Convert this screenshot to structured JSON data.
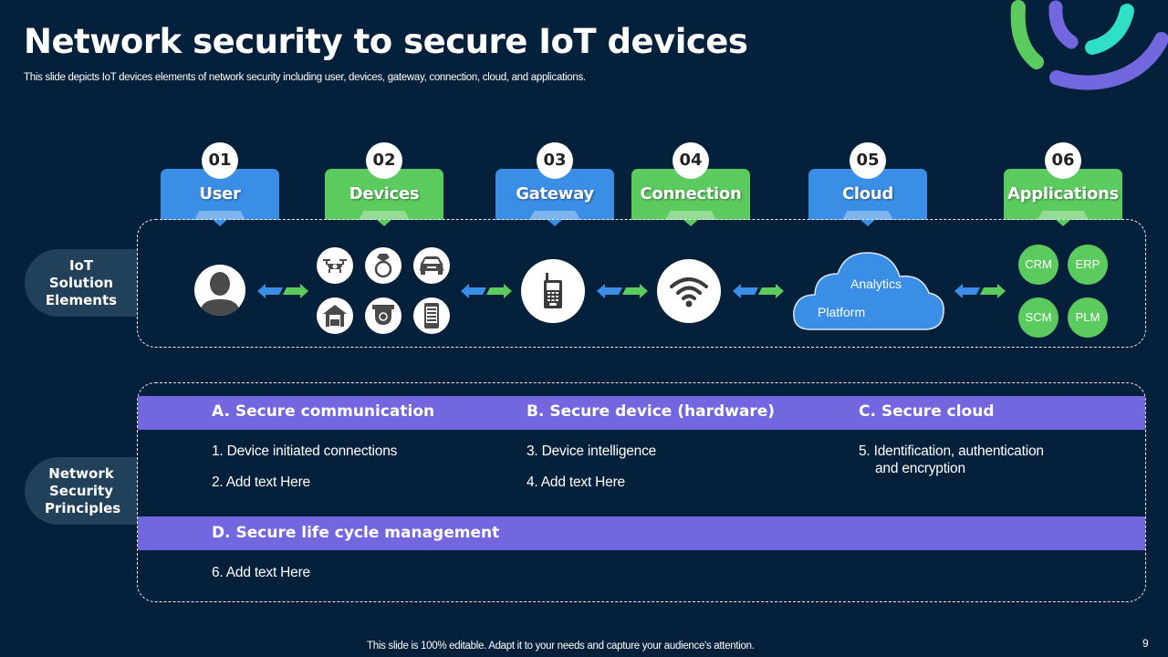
{
  "header": {
    "title": "Network security to secure IoT devices",
    "subtitle": "This slide depicts IoT devices elements of network security including user, devices, gateway, connection, cloud, and applications."
  },
  "colors": {
    "background": "#04203a",
    "blue": "#3a8ee6",
    "green": "#5ccb5f",
    "purple": "#7367e0",
    "teal": "#2fe0c4",
    "pill": "#21405a"
  },
  "steps": [
    {
      "number": "01",
      "label": "User",
      "color": "blue"
    },
    {
      "number": "02",
      "label": "Devices",
      "color": "green"
    },
    {
      "number": "03",
      "label": "Gateway",
      "color": "blue"
    },
    {
      "number": "04",
      "label": "Connection",
      "color": "green"
    },
    {
      "number": "05",
      "label": "Cloud",
      "color": "blue"
    },
    {
      "number": "06",
      "label": "Applications",
      "color": "green"
    }
  ],
  "solution": {
    "row_label": "IoT Solution Elements",
    "user_icon": "user-icon",
    "device_icons": [
      "drone-icon",
      "ring-icon",
      "car-icon",
      "garage-icon",
      "security-camera-icon",
      "smartphone-icon"
    ],
    "gateway_icon": "mobile-phone-icon",
    "connection_icon": "wifi-icon",
    "cloud": {
      "line1": "Analytics",
      "line2": "Platform"
    },
    "applications": [
      "CRM",
      "ERP",
      "SCM",
      "PLM"
    ]
  },
  "principles": {
    "row_label": "Network Security Principles",
    "sections": [
      {
        "title": "A. Secure communication",
        "items": [
          "1. Device initiated connections",
          "2. Add text Here"
        ]
      },
      {
        "title": "B. Secure device (hardware)",
        "items": [
          "3. Device intelligence",
          "4. Add text Here"
        ]
      },
      {
        "title": "C. Secure cloud",
        "items": [
          "5. Identification,  authentication",
          "and encryption"
        ]
      },
      {
        "title": "D.  Secure life cycle management",
        "items": [
          "6. Add text Here"
        ]
      }
    ]
  },
  "footer": {
    "note": "This slide is 100% editable. Adapt it to your needs and capture your audience's attention.",
    "page_number": "9"
  }
}
